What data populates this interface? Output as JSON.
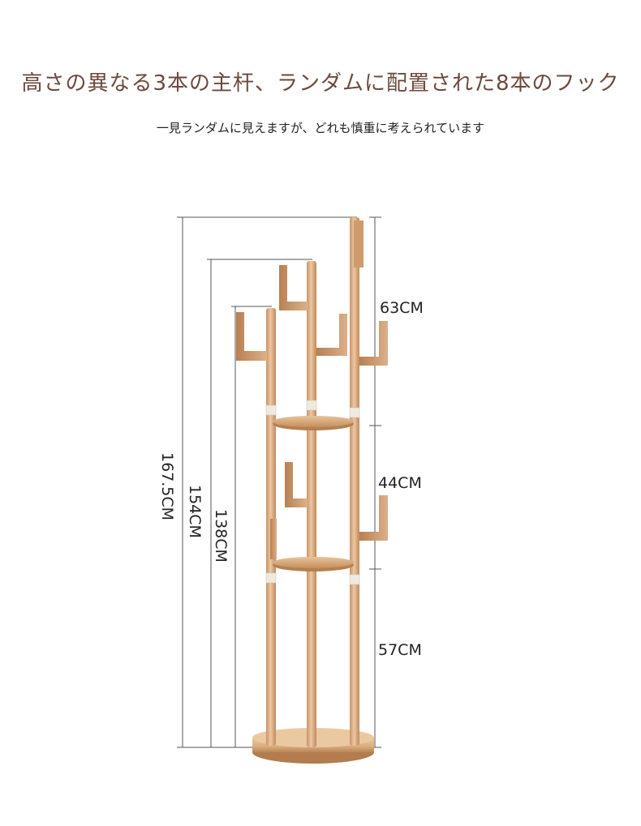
{
  "headline": "高さの異なる3本の主杆、ランダムに配置された8本のフック",
  "subline": "一見ランダムに見えますが、どれも慎重に考えられています",
  "dimensions": {
    "total_height": "167.5CM",
    "mid_height": "154CM",
    "short_height": "138CM",
    "top_section": "63CM",
    "middle_section": "44CM",
    "bottom_section": "57CM"
  },
  "colors": {
    "headline": "#6b4a3e",
    "wood_light": "#e7c39e",
    "wood_mid": "#d5a57a",
    "wood_dark": "#b98657",
    "metal": "#e9e6dc"
  }
}
